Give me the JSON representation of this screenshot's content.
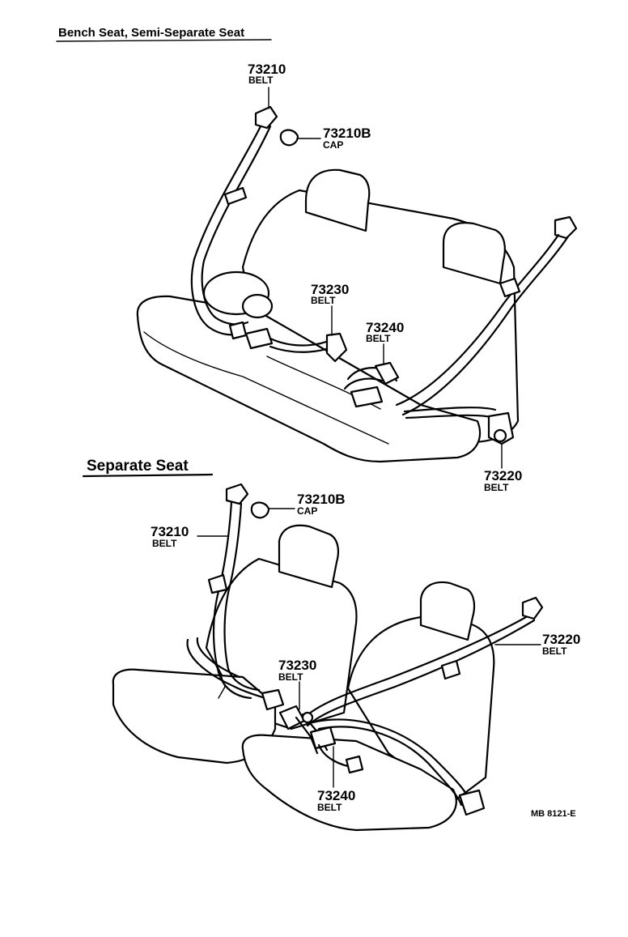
{
  "sections": {
    "bench": {
      "title": "Bench Seat, Semi-Separate Seat"
    },
    "separate": {
      "title": "Separate Seat"
    }
  },
  "labels": {
    "bench": {
      "belt_73210": {
        "number": "73210",
        "name": "BELT"
      },
      "cap_73210b": {
        "number": "73210B",
        "name": "CAP"
      },
      "belt_73230": {
        "number": "73230",
        "name": "BELT"
      },
      "belt_73240": {
        "number": "73240",
        "name": "BELT"
      },
      "belt_73220": {
        "number": "73220",
        "name": "BELT"
      }
    },
    "separate": {
      "cap_73210b": {
        "number": "73210B",
        "name": "CAP"
      },
      "belt_73210": {
        "number": "73210",
        "name": "BELT"
      },
      "belt_73220": {
        "number": "73220",
        "name": "BELT"
      },
      "belt_73230": {
        "number": "73230",
        "name": "BELT"
      },
      "belt_73240": {
        "number": "73240",
        "name": "BELT"
      }
    }
  },
  "drawing_code": "MB 8121-E"
}
